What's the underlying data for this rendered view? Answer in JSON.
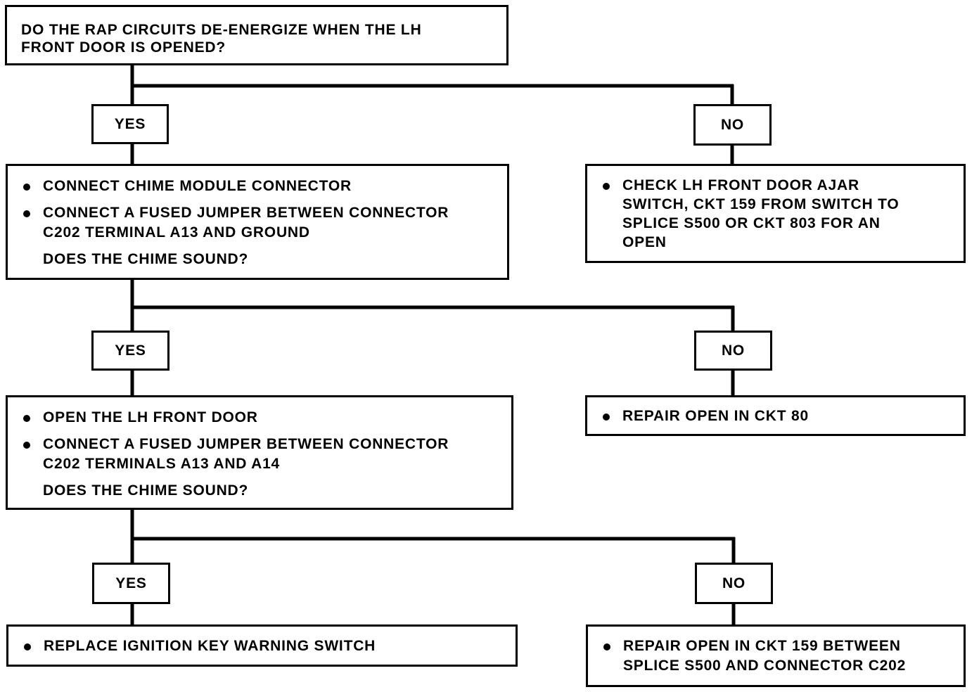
{
  "question_1": {
    "text": "DO THE RAP CIRCUITS DE-ENERGIZE WHEN THE LH FRONT DOOR IS OPENED?",
    "line1": "DO THE RAP CIRCUITS DE-ENERGIZE WHEN THE LH",
    "line2": "FRONT DOOR IS OPENED?"
  },
  "branch_1": {
    "yes_label": "YES",
    "no_label": "NO",
    "yes_step": {
      "bullet_1": "CONNECT CHIME MODULE CONNECTOR",
      "bullet_2_line1": "CONNECT A FUSED JUMPER BETWEEN CONNECTOR",
      "bullet_2_line2": "C202 TERMINAL A13 AND GROUND",
      "question": "DOES THE CHIME SOUND?"
    },
    "no_step": {
      "line1": "CHECK LH FRONT DOOR AJAR",
      "line2": "SWITCH, CKT 159 FROM SWITCH TO",
      "line3": "SPLICE S500 OR CKT 803 FOR AN",
      "line4": "OPEN"
    }
  },
  "branch_2": {
    "yes_label": "YES",
    "no_label": "NO",
    "yes_step": {
      "bullet_1": "OPEN THE LH FRONT DOOR",
      "bullet_2_line1": "CONNECT A FUSED JUMPER BETWEEN CONNECTOR",
      "bullet_2_line2": "C202 TERMINALS A13 AND A14",
      "question": "DOES THE CHIME SOUND?"
    },
    "no_step": {
      "line1": "REPAIR OPEN IN CKT 80"
    }
  },
  "branch_3": {
    "yes_label": "YES",
    "no_label": "NO",
    "yes_step": {
      "line1": "REPLACE IGNITION KEY WARNING SWITCH"
    },
    "no_step": {
      "line1": "REPAIR OPEN IN CKT 159 BETWEEN",
      "line2": "SPLICE S500 AND CONNECTOR C202"
    }
  },
  "colors": {
    "line": "#000000",
    "background": "#ffffff"
  }
}
